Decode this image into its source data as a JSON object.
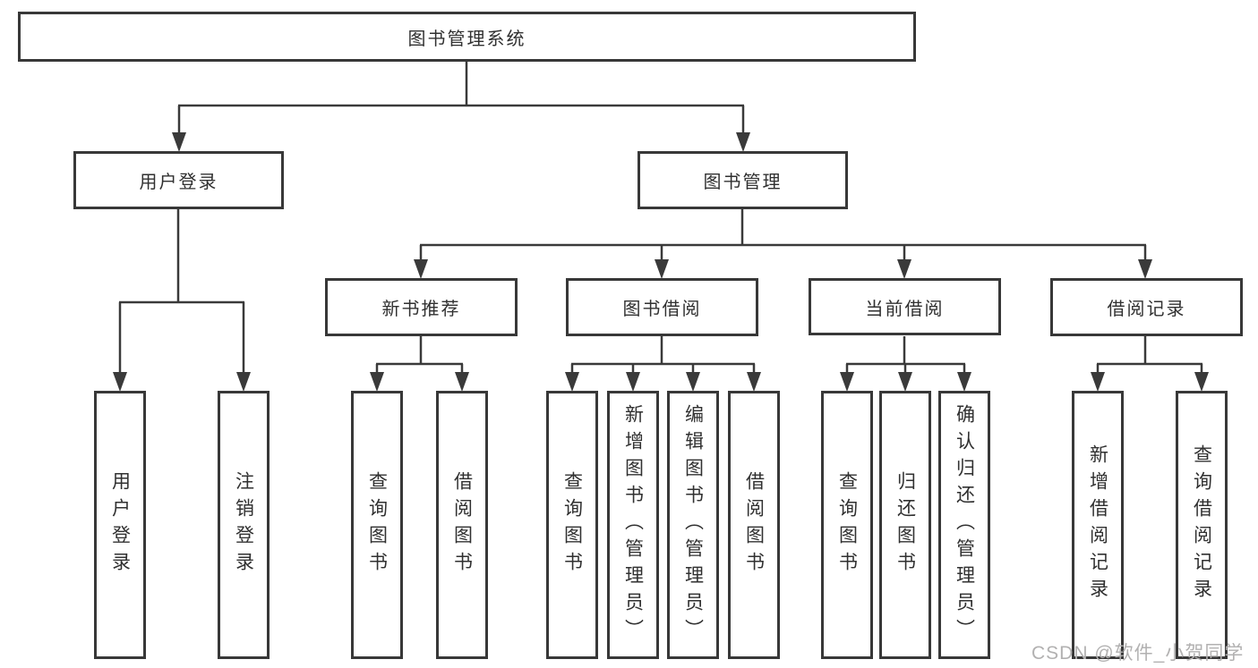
{
  "tree": {
    "label": "图书管理系统",
    "children": [
      {
        "label": "用户登录",
        "children": [
          {
            "label": "用户登录"
          },
          {
            "label": "注销登录"
          }
        ]
      },
      {
        "label": "图书管理",
        "children": [
          {
            "label": "新书推荐",
            "children": [
              {
                "label": "查询图书"
              },
              {
                "label": "借阅图书"
              }
            ]
          },
          {
            "label": "图书借阅",
            "children": [
              {
                "label": "查询图书"
              },
              {
                "label": "新增图书（管理员）"
              },
              {
                "label": "编辑图书（管理员）"
              },
              {
                "label": "借阅图书"
              }
            ]
          },
          {
            "label": "当前借阅",
            "children": [
              {
                "label": "查询图书"
              },
              {
                "label": "归还图书"
              },
              {
                "label": "确认归还（管理员）"
              }
            ]
          },
          {
            "label": "借阅记录",
            "children": [
              {
                "label": "新增借阅记录"
              },
              {
                "label": "查询借阅记录"
              }
            ]
          }
        ]
      }
    ]
  },
  "watermark": {
    "text": "CSDN @软件_小贺同学"
  },
  "colors": {
    "line": "#3a3a3a",
    "box_border": "#383838",
    "text": "#303030",
    "watermark": "#b2b1b1",
    "background": "#ffffff"
  }
}
